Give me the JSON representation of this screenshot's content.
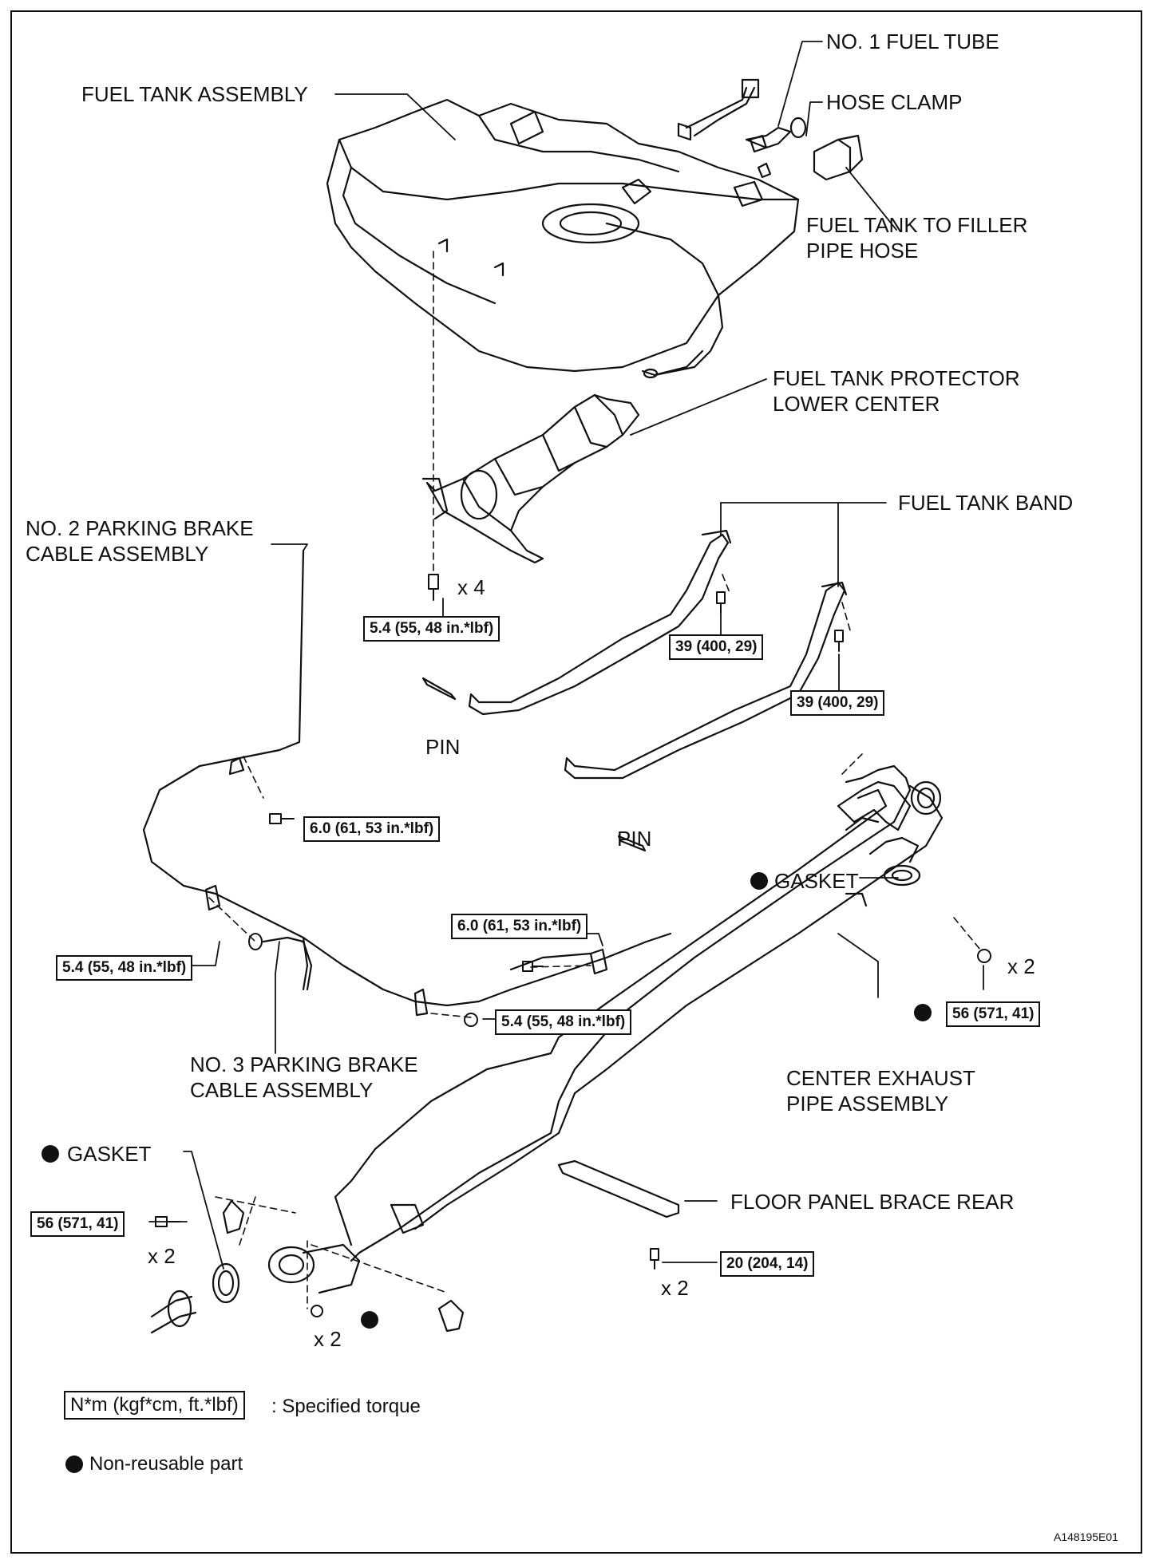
{
  "labels": {
    "fuel_tank_assembly": "FUEL TANK ASSEMBLY",
    "no1_fuel_tube": "NO. 1 FUEL TUBE",
    "hose_clamp": "HOSE CLAMP",
    "filler_hose_1": "FUEL TANK TO FILLER",
    "filler_hose_2": "PIPE HOSE",
    "protector_1": "FUEL TANK PROTECTOR",
    "protector_2": "LOWER CENTER",
    "fuel_tank_band": "FUEL TANK BAND",
    "no2_cable_1": "NO. 2 PARKING BRAKE",
    "no2_cable_2": "CABLE ASSEMBLY",
    "pin": "PIN",
    "gasket": "GASKET",
    "no3_cable_1": "NO. 3 PARKING BRAKE",
    "no3_cable_2": "CABLE ASSEMBLY",
    "exhaust_1": "CENTER EXHAUST",
    "exhaust_2": "PIPE ASSEMBLY",
    "floor_brace": "FLOOR PANEL BRACE REAR",
    "x4": "x 4",
    "x2": "x 2"
  },
  "torques": {
    "t54": "5.4 (55, 48 in.*lbf)",
    "t39": "39 (400, 29)",
    "t60": "6.0 (61, 53 in.*lbf)",
    "t56": "56 (571, 41)",
    "t20": "20 (204, 14)"
  },
  "legend": {
    "torque_unit": "N*m (kgf*cm, ft.*lbf)",
    "torque_text": ": Specified torque",
    "nonreusable_text": "Non-reusable part"
  },
  "figure_code": "A148195E01"
}
